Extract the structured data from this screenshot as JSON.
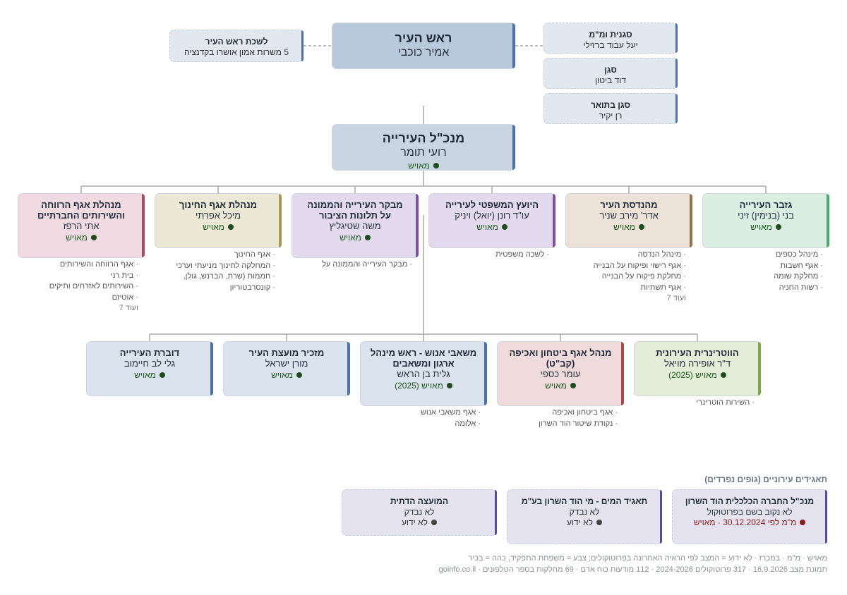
{
  "mayor": {
    "title": "ראש העיר",
    "name": "אמיר כוכבי"
  },
  "mayor_office": {
    "title": "לשכת ראש העיר",
    "note": "5 משרות אמון אושרו בקדנציה"
  },
  "deputies": [
    {
      "title": "סגנית ומ\"מ",
      "name": "יעל עבוד ברזילי"
    },
    {
      "title": "סגן",
      "name": "דוד ביטון"
    },
    {
      "title": "סגן בתואר",
      "name": "רן יקיר"
    }
  ],
  "ceo": {
    "title": "מנכ\"ל העירייה",
    "name": "רועי תומר",
    "status": "מאויש"
  },
  "row1": [
    {
      "title": "גזבר העירייה",
      "name": "בני (בנימין) זיני",
      "status": "מאויש",
      "bar": "#4caa6e",
      "bg": "#dbeee2",
      "units": [
        "מינהל כספים",
        "אגף חשבות",
        "מחלקת שומה",
        "רשות החניה"
      ],
      "more": ""
    },
    {
      "title": "מהנדסת העיר",
      "name": "אדר' מירב שניר",
      "status": "מאויש",
      "bar": "#9a7046",
      "bg": "#ede2d8",
      "units": [
        "מינהל הנדסה",
        "אגף רישוי ופיקוח על הבנייה",
        "מחלקת פיקוח על הבנייה",
        "אגף תשתיות"
      ],
      "more": "ועוד 7"
    },
    {
      "title": "היועץ המשפטי לעירייה",
      "name": "עו\"ד רונן (יואל) ויניק",
      "status": "מאויש",
      "bar": "#7a4fa8",
      "bg": "#e3daef",
      "units": [
        "לשכה משפטית"
      ],
      "more": ""
    },
    {
      "title": "מבקר העירייה והממונה על תלונות הציבור",
      "name": "משה שטיגליץ",
      "status": "מאויש",
      "bar": "#7a4fa8",
      "bg": "#e3daef",
      "units": [
        "מבקר העירייה והממונה על"
      ],
      "more": ""
    },
    {
      "title": "מנהלת אגף החינוך",
      "name": "מיכל אפרתי",
      "status": "מאויש",
      "bar": "#a89850",
      "bg": "#ece8d6",
      "units": [
        "אגף החינוך",
        "המחלקה לחינוך מניעתי וערכי",
        "חממות (שרת, הברנש, גולן,",
        "קונסרבטוריון"
      ],
      "more": ""
    },
    {
      "title": "מנהלת אגף הרווחה והשירותים החברתיים",
      "name": "אתי הרפז",
      "status": "מאויש",
      "bar": "#a84a6a",
      "bg": "#efdbe1",
      "units": [
        "אגף הרווחה והשירותים",
        "בית רני",
        "השירותים לאזרחים ותיקים",
        "אוטיזם"
      ],
      "more": "ועוד 7"
    }
  ],
  "row2": [
    {
      "title": "הווטרינרית העירונית",
      "name": "ד\"ר אופירה מויאל",
      "status": "מאויש (2025)",
      "bar": "#7aa84a",
      "bg": "#e3edd8",
      "units": [
        "השירות הוטרינרי"
      ],
      "more": ""
    },
    {
      "title": "מנהל אגף ביטחון ואכיפה (קב\"ט)",
      "name": "עומר כספי",
      "status": "מאויש",
      "bar": "#a84a4a",
      "bg": "#efdbdb",
      "units": [
        "אגף ביטחון ואכיפה",
        "נקודת שיטור הוד השרון"
      ],
      "more": ""
    },
    {
      "title": "משאבי אנוש - ראש מינהל ארגון ומשאבים",
      "name": "גלית בן הראש",
      "status": "מאויש (2025)",
      "bar": "#4a72a8",
      "bg": "#dae3ee",
      "units": [
        "אגף משאבי אנוש",
        "אלומה"
      ],
      "more": ""
    },
    {
      "title": "מזכיר מועצת העיר",
      "name": "מורן ישראל",
      "status": "מאויש",
      "bar": "#4a72a8",
      "bg": "#dae3ee",
      "units": [],
      "more": ""
    },
    {
      "title": "דוברת העירייה",
      "name": "גלי לב חיימוב",
      "status": "מאויש",
      "bar": "#4a72a8",
      "bg": "#dae3ee",
      "units": [],
      "more": ""
    }
  ],
  "boards_title": "תאגידים עירוניים (גופים נפרדים)",
  "boards": [
    {
      "title": "מנכ\"ל החברה הכלכלית הוד השרון",
      "name": "לא נקוב בשם בפרוטוקול",
      "status": "מ\"מ לפי 30.12.2024 · מאויש",
      "status_red": true
    },
    {
      "title": "תאגיד המים - מי הוד השרון בע\"מ",
      "name": "לא נבדק",
      "status": "לא ידוע",
      "status_red": false
    },
    {
      "title": "המועצה הדתית",
      "name": "לא נבדק",
      "status": "לא ידוע",
      "status_red": false
    }
  ],
  "footer": [
    "מאויש · מ\"מ · במכרז · לא ידוע = המצב לפי הראיה האחרונה בפרוטוקולים; צבע = משפחת התפקיד, כהה = בכיר",
    "תמונת מצב 16.9.2026 · 317 פרוטוקולים 2024-2026 · 112 מודעות כוח אדם · 69 מחלקות בספר הטלפונים · goinfo.co.il"
  ],
  "colors": {
    "top": "#b8c9dc",
    "ceo": "#c9d6e2",
    "side": "#e1e8ef",
    "board_bg": "#e6e3f1",
    "board_bar": "#5a4aa8",
    "line": "#a9a9a9"
  }
}
